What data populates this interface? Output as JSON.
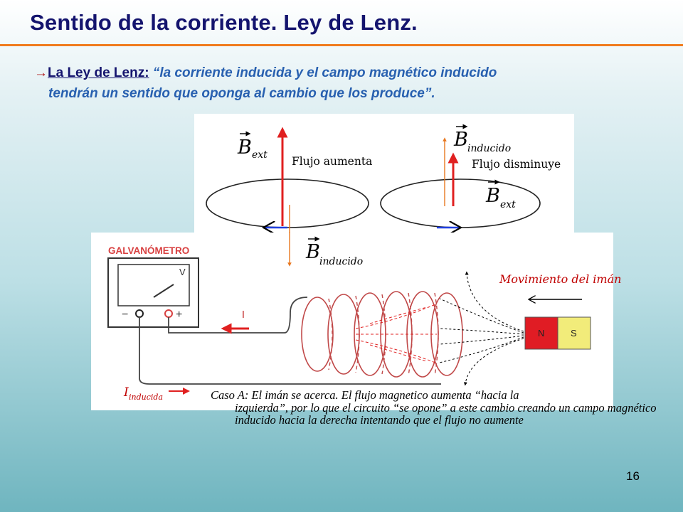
{
  "slide": {
    "title": "Sentido de la corriente. Ley de Lenz.",
    "page_number": "16"
  },
  "bullet": {
    "arrow": "→",
    "term": "La Ley de Lenz:",
    "quote_line1": "“la corriente inducida y el campo magnético inducido",
    "quote_line2": "tendrán un sentido que oponga al cambio que los produce”."
  },
  "figure": {
    "b_symbol": "B",
    "sub_ext": "ext",
    "sub_inducido": "inducido",
    "flujo_aumenta": "Flujo aumenta",
    "flujo_disminuye": "Flujo disminuye",
    "galvanometro": "GALVANÓMETRO",
    "volt_label": "V",
    "minus": "−",
    "plus": "+",
    "current_label": "I",
    "i_symbol": "I",
    "i_sub": "inducida",
    "movimiento": "Movimiento del imán",
    "magnet_n": "N",
    "magnet_s": "S"
  },
  "caption": {
    "first": "Caso A: El imán se acerca. El flujo magnetico aumenta “hacia la",
    "rest": "izquierda”, por lo que el circuito “se opone” a este cambio creando un campo magnético inducido hacia la derecha intentando que el flujo no aumente"
  },
  "colors": {
    "title": "#14146e",
    "rule": "#f07c1e",
    "bullet_text": "#2860b0",
    "field_arrow": "#e02020",
    "induced_arrow": "#e87820",
    "current_arrow": "#2040e0",
    "coil": "#c04848",
    "magnet_north": "#e01c24",
    "magnet_south": "#f2ec7a",
    "motion_label": "#c00000"
  }
}
